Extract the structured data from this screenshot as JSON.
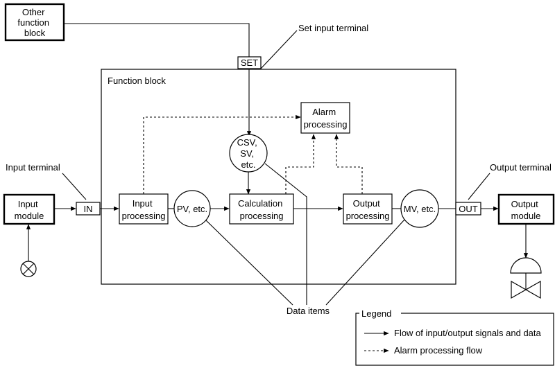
{
  "blocks": {
    "other_function_block": [
      "Other",
      "function",
      "block"
    ],
    "set_terminal": "SET",
    "set_input_terminal": "Set input terminal",
    "function_block": "Function block",
    "alarm_processing": [
      "Alarm",
      "processing"
    ],
    "csv_sv": [
      "CSV,",
      "SV,",
      "etc."
    ],
    "input_terminal": "Input terminal",
    "output_terminal": "Output terminal",
    "input_module": [
      "Input",
      "module"
    ],
    "in_terminal": "IN",
    "input_processing": [
      "Input",
      "processing"
    ],
    "pv": "PV, etc.",
    "calculation_processing": [
      "Calculation",
      "processing"
    ],
    "output_processing": [
      "Output",
      "processing"
    ],
    "mv": "MV, etc.",
    "out_terminal": "OUT",
    "output_module": [
      "Output",
      "module"
    ],
    "data_items": "Data items"
  },
  "legend": {
    "title": "Legend",
    "solid": "Flow of input/output signals and data",
    "dashed": "Alarm processing flow"
  }
}
